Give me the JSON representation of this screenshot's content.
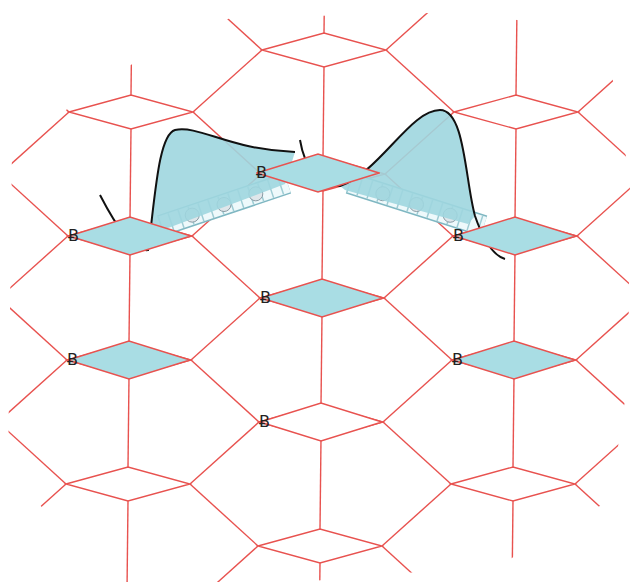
{
  "diagram": {
    "nodes": [
      {
        "text": [
          "Ƀ"
        ]
      },
      {
        "text": [
          "Ƀ"
        ]
      },
      {
        "text": [
          "Ƀ"
        ]
      },
      {
        "text": [
          "Ƀ"
        ]
      },
      {
        "text": [
          "Ƀ"
        ]
      },
      {
        "text": [
          "Ƀ"
        ]
      },
      {
        "text": [
          "Ƀ"
        ]
      }
    ],
    "edges": [
      {
        "from": 1,
        "to": 0,
        "arrow": "none"
      },
      {
        "from": 0,
        "to": 2,
        "arrow": "none"
      }
    ]
  }
}
